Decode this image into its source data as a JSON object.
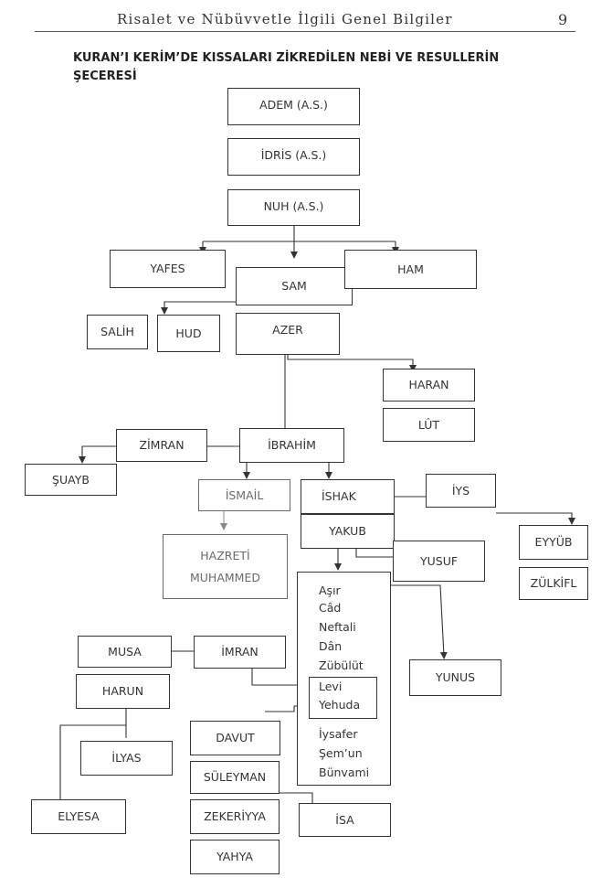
{
  "header": {
    "running_title": "Risalet ve Nübüvvetle İlgili Genel Bilgiler",
    "page_number": "9"
  },
  "title": "KURAN’I KERİM’DE KISSALARI ZİKREDİLEN NEBİ VE RESULLERİN ŞECERESİ",
  "nodes": {
    "adem": "ADEM (A.S.)",
    "idris": "İDRİS (A.S.)",
    "nuh": "NUH (A.S.)",
    "yafes": "YAFES",
    "sam": "SAM",
    "ham": "HAM",
    "salih": "SALİH",
    "hud": "HUD",
    "azer": "AZER",
    "haran": "HARAN",
    "lut": "LÛT",
    "zimran": "ZİMRAN",
    "ibrahim": "İBRAHİM",
    "suayb": "ŞUAYB",
    "ismail": "İSMAİL",
    "ishak": "İSHAK",
    "iys": "İYS",
    "yakub": "YAKUB",
    "eyyub": "EYYÜB",
    "zulkifl": "ZÜLKİFL",
    "hazreti": "HAZRETİ",
    "muhammed": "MUHAMMED",
    "yusuf": "YUSUF",
    "yunus": "YUNUS",
    "musa": "MUSA",
    "imran": "İMRAN",
    "harun": "HARUN",
    "ilyas": "İLYAS",
    "elyesa": "ELYESA",
    "davut": "DAVUT",
    "suleyman": "SÜLEYMAN",
    "zekeriyya": "ZEKERİYYA",
    "yahya": "YAHYA",
    "isa": "İSA"
  },
  "yakub_sons": [
    "Aşır",
    "Câd",
    "Neftali",
    "Dân",
    "Zübülüt",
    "Levi",
    "Yehuda",
    "İysafer",
    "Şem’un",
    "Bünvami"
  ]
}
